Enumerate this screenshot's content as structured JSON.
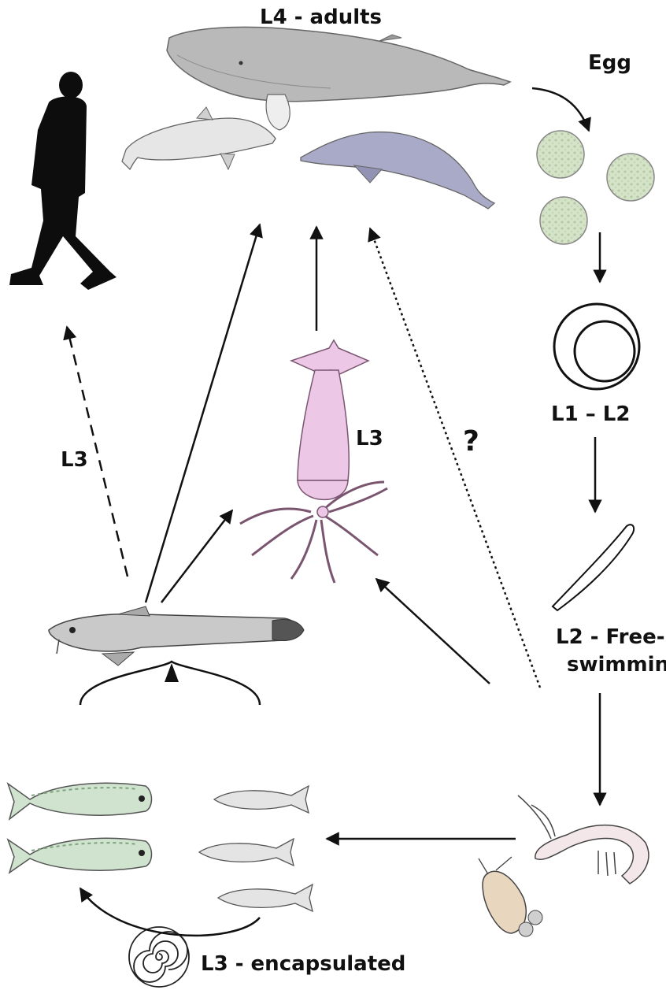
{
  "labels": {
    "adults": "L4 - adults",
    "egg": "Egg",
    "l1_l2": "L1 – L2",
    "l2_free": "L2 - Free-",
    "l2_free2": "swimming",
    "l3_squid": "L3",
    "l3_left": "L3",
    "question": "?",
    "l3_encapsulated": "L3 - encapsulated"
  },
  "colors": {
    "whale": "#b9b9b9",
    "dolphin_white": "#e6e6e6",
    "river_dolphin": "#a9a9c8",
    "squid": "#ecc8e6",
    "egg": "#cfe0c2",
    "mackerel": "#cfe3cf",
    "hake": "#c9c9c9",
    "copepod": "#e9d6bf",
    "ink": "#111111"
  },
  "icons": [
    "human-silhouette-icon",
    "whale-icon",
    "dolphin-icon",
    "river-dolphin-icon",
    "egg-icon",
    "larva-ring-icon",
    "free-larva-icon",
    "squid-icon",
    "hake-fish-icon",
    "mackerel-icon",
    "sardine-icon",
    "krill-icon",
    "copepod-icon",
    "encapsulated-larva-icon"
  ]
}
